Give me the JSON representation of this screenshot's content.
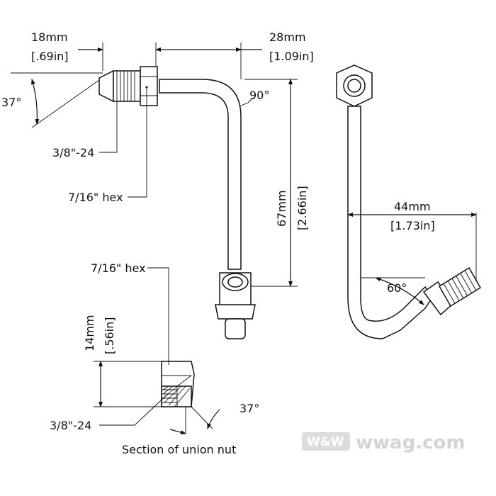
{
  "dimensions": {
    "flare_length_mm": "18mm",
    "flare_length_in": "[.69in]",
    "offset_mm": "28mm",
    "offset_in": "[1.09in]",
    "height_mm": "67mm",
    "height_in": "[2.66in]",
    "side_offset_mm": "44mm",
    "side_offset_in": "[1.73in]",
    "nut_height_mm": "14mm",
    "nut_height_in": "[.56in]"
  },
  "angles": {
    "flare_angle": "37°",
    "bend_angle": "90°",
    "side_bend_angle": "60°",
    "nut_flare_angle": "37°"
  },
  "callouts": {
    "thread_top": "3/8\"-24",
    "hex_top": "7/16\" hex",
    "hex_nut": "7/16\" hex",
    "thread_nut": "3/8\"-24",
    "section_caption": "Section of union nut"
  },
  "watermark": {
    "badge": "W&W",
    "site": "wwag.com"
  }
}
